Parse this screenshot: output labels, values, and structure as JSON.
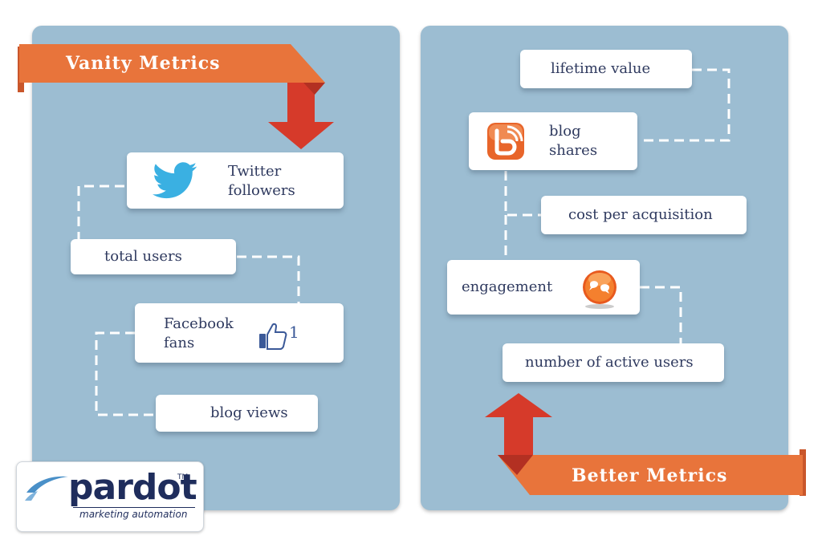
{
  "left": {
    "banner": "Vanity Metrics",
    "twitter": {
      "line1": "Twitter",
      "line2": "followers"
    },
    "total_users": "total users",
    "facebook": {
      "line1": "Facebook",
      "line2": "fans",
      "like_count": "1"
    },
    "blog_views": "blog views"
  },
  "right": {
    "banner": "Better Metrics",
    "lifetime_value": "lifetime value",
    "blog_shares": {
      "line1": "blog",
      "line2": "shares"
    },
    "cost_per_acquisition": "cost per acquisition",
    "engagement": "engagement",
    "active_users": "number of active users"
  },
  "logo": {
    "word": "pardot",
    "tm": "TM",
    "tagline": "marketing automation"
  },
  "colors": {
    "panel": "#9cbdd2",
    "banner_orange": "#e8743b",
    "arrow_red": "#d63a2a",
    "text_navy": "#2f3a5f",
    "twitter_blue": "#3ab0e2",
    "blogger_orange": "#e8652a"
  }
}
